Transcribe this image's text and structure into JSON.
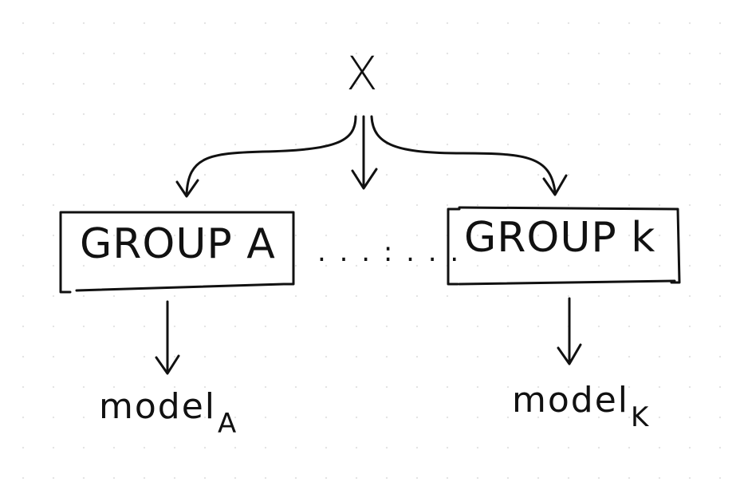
{
  "diagram": {
    "root": {
      "label": "X"
    },
    "groups": [
      {
        "id": "A",
        "label": "GROUP A",
        "model_base": "model",
        "model_sub": "A"
      },
      {
        "id": "K",
        "label": "GROUP k",
        "model_base": "model",
        "model_sub": "K"
      }
    ],
    "ellipsis": ". . . : . . .",
    "colors": {
      "ink": "#111111",
      "background": "#ffffff",
      "dots": "#e2e2e2"
    }
  }
}
